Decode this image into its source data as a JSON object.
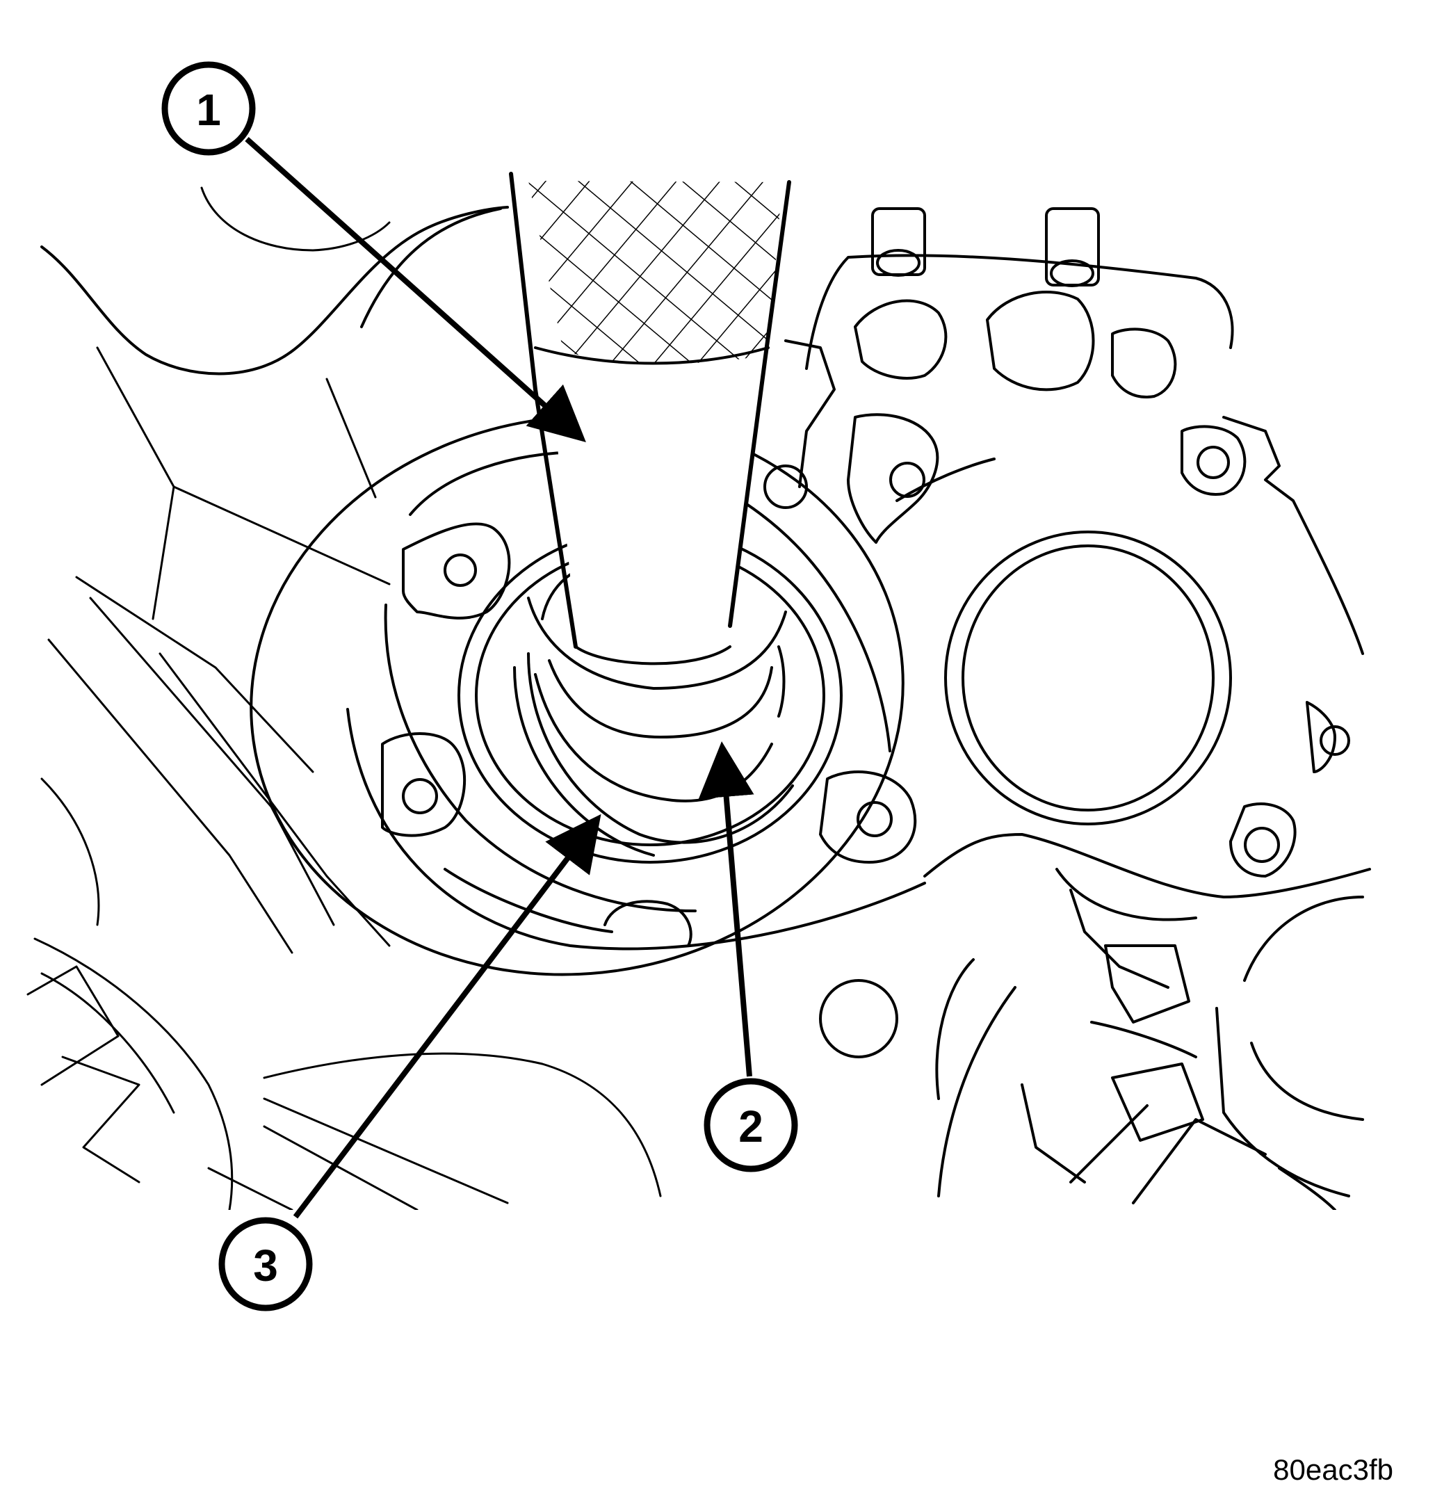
{
  "callouts": [
    {
      "number": "1"
    },
    {
      "number": "2"
    },
    {
      "number": "3"
    }
  ],
  "figure_id": "80eac3fb"
}
